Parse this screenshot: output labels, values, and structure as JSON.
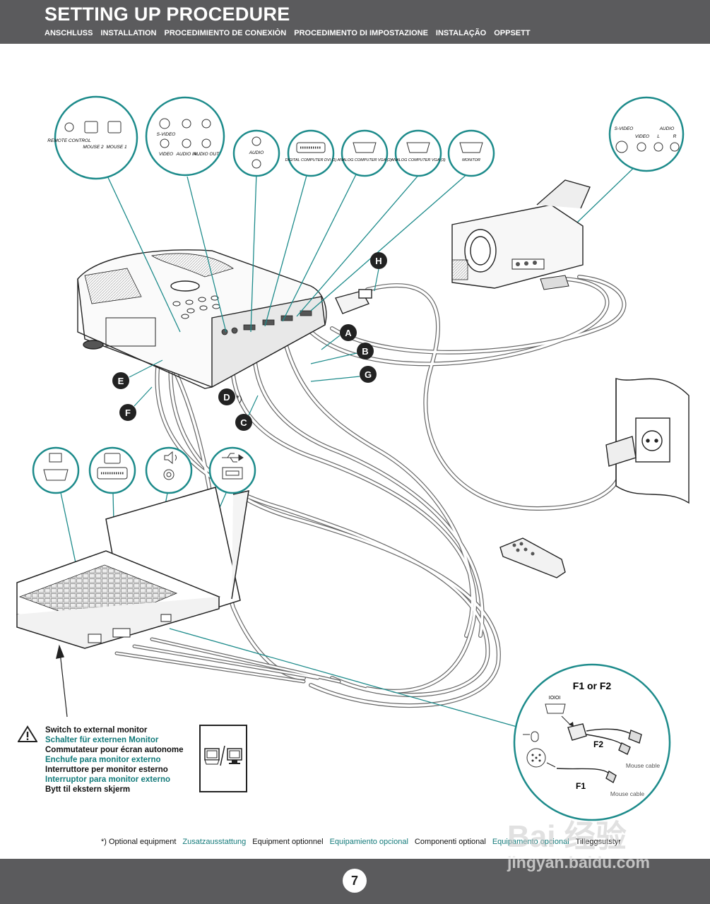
{
  "header": {
    "title": "SETTING UP PROCEDURE",
    "subtitles": [
      "ANSCHLUSS",
      "INSTALLATION",
      "PROCEDIMIENTO DE CONEXIÒN",
      "PROCEDIMENTO DI IMPOSTAZIONE",
      "INSTALAÇÃO",
      "OPPSETT"
    ]
  },
  "projector_ports": {
    "remote": "REMOTE CONTROL",
    "mouse2": "MOUSE 2",
    "mouse1": "MOUSE 1",
    "svideo": "S-VIDEO",
    "video": "VIDEO",
    "audio_in": "AUDIO IN",
    "audio_out": "AUDIO OUT",
    "audio": "AUDIO",
    "dvi": "DIGITAL COMPUTER DVI (1)",
    "vga2": "ANALOG COMPUTER VGA (2)",
    "vga3": "ANALOG COMPUTER VGA (3)",
    "monitor": "MONITOR"
  },
  "camcorder_ports": {
    "svideo": "S-VIDEO",
    "audio": "AUDIO",
    "video": "VIDEO",
    "l": "L",
    "r": "R"
  },
  "cable_labels": [
    "A",
    "B",
    "C",
    "D",
    "E",
    "F",
    "G",
    "H"
  ],
  "optional_mark": "*)",
  "inset": {
    "title": "F1 or F2",
    "serial": "IOIOI",
    "f1": "F1",
    "f2": "F2",
    "mouse_cable_1": "Mouse cable",
    "mouse_cable_2": "Mouse cable"
  },
  "notes": [
    "Switch to external monitor",
    "Schalter für externen Monitor",
    "Commutateur pour écran autonome",
    "Enchufe para monitor externo",
    "Interruttore per monitor esterno",
    "Interruptor para monitor externo",
    "Bytt til ekstern skjerm"
  ],
  "optional_equipment": [
    "*) Optional equipment",
    "Zusatzausstattung",
    "Equipment optionnel",
    "Equipamiento opcional",
    "Componenti optional",
    "Equipamento opcional",
    "Tilleggsutstyr"
  ],
  "page_number": "7",
  "watermark": {
    "line1": "Bai 经验",
    "line2": "jingyan.baidu.com"
  },
  "colors": {
    "header_bg": "#5b5b5d",
    "accent_teal": "#137a7a",
    "circle_teal": "#1d8b8b"
  },
  "icons": [
    "warning-triangle-icon",
    "monitor-switch-icon",
    "vga-icon",
    "dvi-icon",
    "speaker-icon",
    "usb-icon",
    "mouse-icon"
  ]
}
